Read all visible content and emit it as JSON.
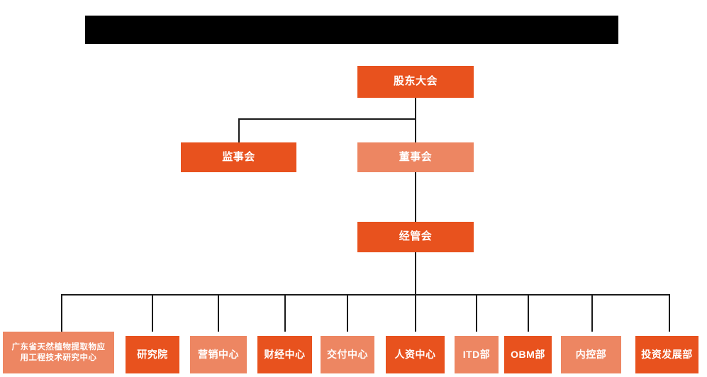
{
  "diagram": {
    "type": "org-chart",
    "title_bar": {
      "redacted": true,
      "text": ""
    },
    "colors": {
      "dark_orange": "#E8521E",
      "light_orange": "#ED8662",
      "connector": "#1a1a1a",
      "background": "#ffffff",
      "redaction": "#000000",
      "node_text": "#ffffff"
    },
    "levels": [
      {
        "name": "level-1",
        "nodes": [
          {
            "id": "shareholders",
            "label": "股东大会",
            "shade": "dark"
          }
        ]
      },
      {
        "name": "level-2",
        "nodes": [
          {
            "id": "supervisory-board",
            "label": "监事会",
            "shade": "dark"
          },
          {
            "id": "board-of-directors",
            "label": "董事会",
            "shade": "light"
          }
        ]
      },
      {
        "name": "level-3",
        "nodes": [
          {
            "id": "management-committee",
            "label": "经管会",
            "shade": "dark"
          }
        ]
      },
      {
        "name": "level-4",
        "nodes": [
          {
            "id": "gd-research-center",
            "label": "广东省天然植物提取物应\n用工程技术研究中心",
            "shade": "light"
          },
          {
            "id": "research-institute",
            "label": "研究院",
            "shade": "dark"
          },
          {
            "id": "marketing-center",
            "label": "营销中心",
            "shade": "light"
          },
          {
            "id": "finance-center",
            "label": "财经中心",
            "shade": "dark"
          },
          {
            "id": "delivery-center",
            "label": "交付中心",
            "shade": "light"
          },
          {
            "id": "hr-center",
            "label": "人资中心",
            "shade": "dark"
          },
          {
            "id": "itd-dept",
            "label": "ITD部",
            "shade": "light"
          },
          {
            "id": "obm-dept",
            "label": "OBM部",
            "shade": "dark"
          },
          {
            "id": "internal-control-dept",
            "label": "内控部",
            "shade": "light"
          },
          {
            "id": "investment-development-dept",
            "label": "投资发展部",
            "shade": "dark"
          }
        ]
      }
    ]
  }
}
